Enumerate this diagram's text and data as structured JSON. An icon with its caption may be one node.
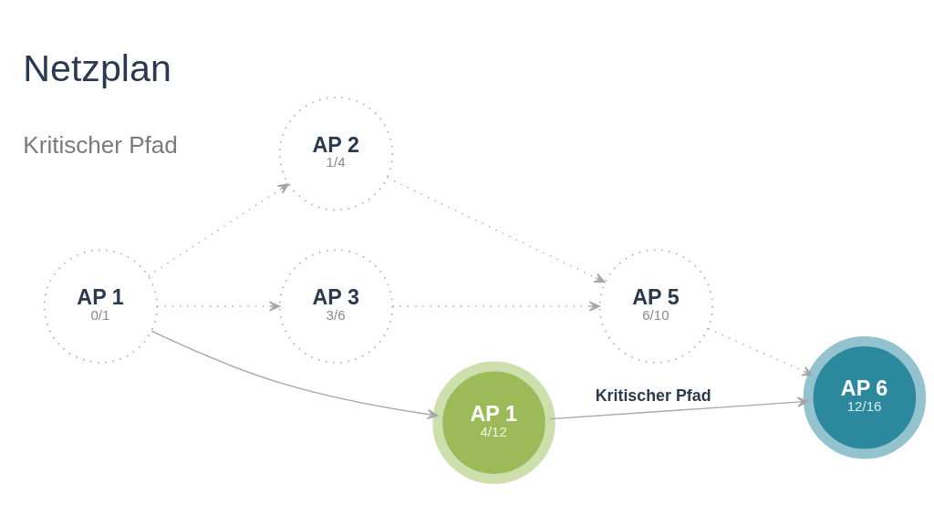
{
  "diagram": {
    "title": "Netzplan",
    "nodes": [
      {
        "text": [
          "AP 1",
          "0/1"
        ]
      },
      {
        "text": [
          "AP 2",
          "1/4"
        ]
      },
      {
        "text": [
          "AP 3",
          "3/6"
        ]
      },
      {
        "text": [
          "AP 1",
          "4/12"
        ]
      },
      {
        "text": [
          "AP 5",
          "6/10"
        ]
      },
      {
        "text": [
          "AP 6",
          "12/16"
        ]
      }
    ],
    "edges": [
      {
        "from": 0,
        "to": 1,
        "arrow": "to",
        "style": "dashed"
      },
      {
        "from": 0,
        "to": 2,
        "arrow": "to",
        "style": "dashed"
      },
      {
        "from": 0,
        "to": 3,
        "arrow": "to"
      },
      {
        "from": 1,
        "to": 4,
        "arrow": "to",
        "style": "dashed"
      },
      {
        "from": 2,
        "to": 4,
        "arrow": "to",
        "style": "dashed"
      },
      {
        "from": 4,
        "to": 5,
        "arrow": "to",
        "style": "dashed"
      },
      {
        "from": 3,
        "to": 5,
        "arrow": "to",
        "label": "Kritischer Pfad"
      }
    ],
    "labels": [
      "Kritischer Pfad"
    ]
  }
}
